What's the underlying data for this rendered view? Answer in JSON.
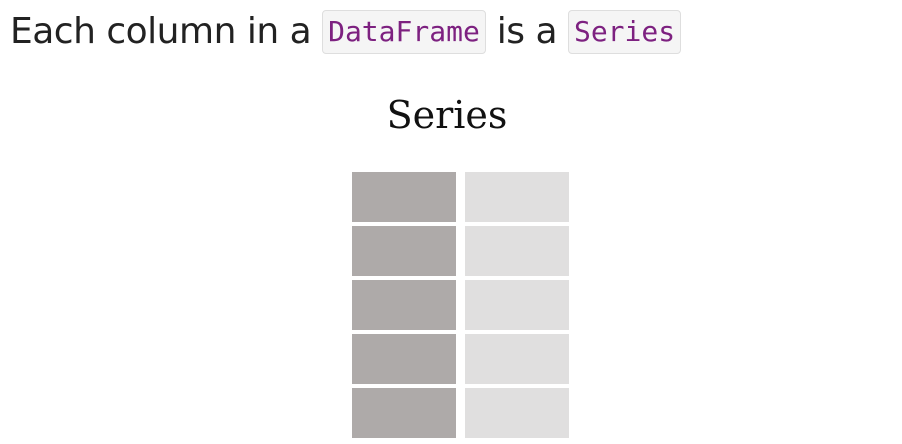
{
  "heading": {
    "prefix": "Each column in a ",
    "code1": "DataFrame",
    "middle": " is a ",
    "code2": "Series"
  },
  "diagram": {
    "title": "Series",
    "rows": 5,
    "columns": [
      {
        "role": "index",
        "color": "#aeaaa9"
      },
      {
        "role": "values",
        "color": "#e0dfdf"
      }
    ]
  }
}
